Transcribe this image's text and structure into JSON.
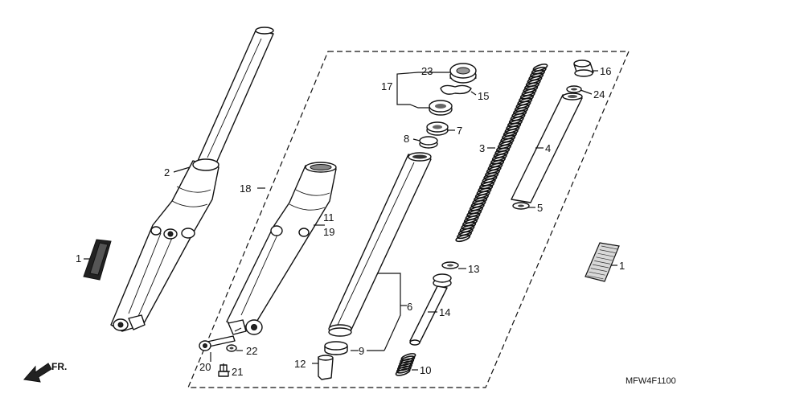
{
  "diagram": {
    "code": "MFW4F1100",
    "direction_label": "FR.",
    "callouts": {
      "c1a": "1",
      "c1b": "1",
      "c2": "2",
      "c3": "3",
      "c4": "4",
      "c5": "5",
      "c6": "6",
      "c7": "7",
      "c8": "8",
      "c9": "9",
      "c10": "10",
      "c11": "11",
      "c12": "12",
      "c13": "13",
      "c14": "14",
      "c15": "15",
      "c16": "16",
      "c17": "17",
      "c18": "18",
      "c19": "19",
      "c20": "20",
      "c21": "21",
      "c22": "22",
      "c23": "23",
      "c24": "24"
    }
  }
}
